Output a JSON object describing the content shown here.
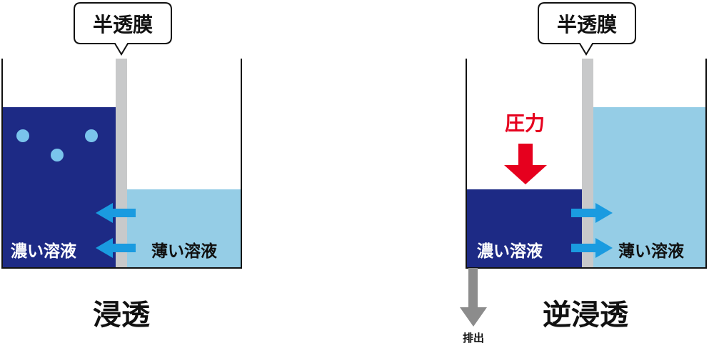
{
  "osmosis": {
    "membrane_label": "半透膜",
    "concentrated_label": "濃い溶液",
    "dilute_label": "薄い溶液",
    "title": "浸透"
  },
  "reverse_osmosis": {
    "membrane_label": "半透膜",
    "pressure_label": "圧力",
    "concentrated_label": "濃い溶液",
    "dilute_label": "薄い溶液",
    "discharge_label": "排出",
    "title": "逆浸透"
  },
  "colors": {
    "concentrated": "#1d2a85",
    "dilute": "#95cde6",
    "membrane": "#c8c9ca",
    "flow_arrow": "#1a9be0",
    "pressure": "#e6001e",
    "drain": "#8c8c8c",
    "particle": "#7ac4ec"
  }
}
